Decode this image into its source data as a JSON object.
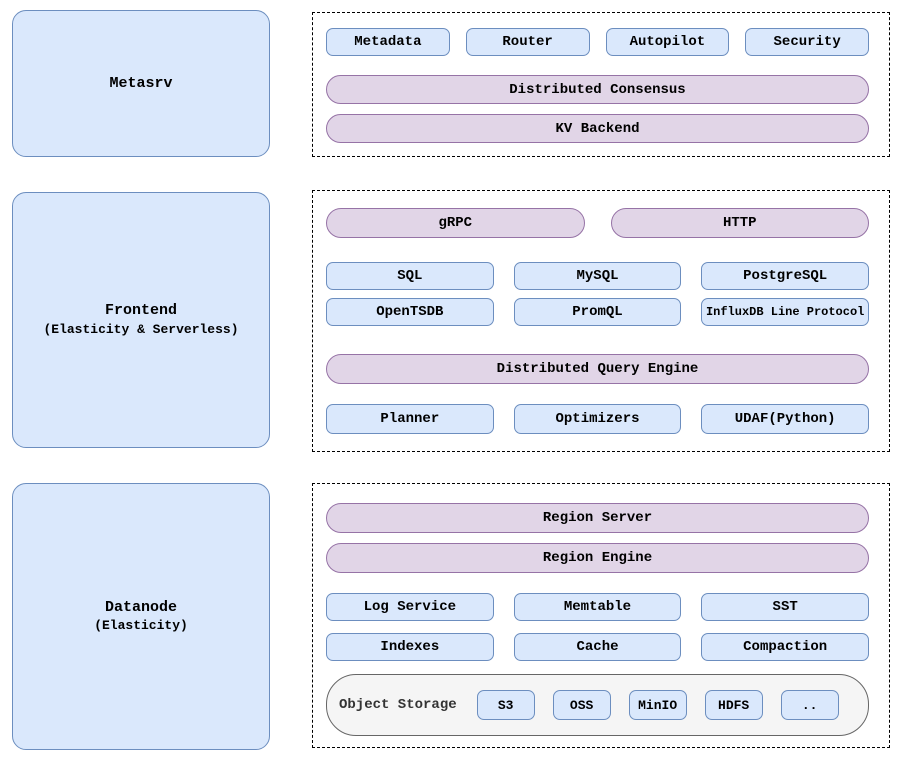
{
  "colors": {
    "blue_fill": "#dae8fc",
    "blue_stroke": "#6c8ebf",
    "purple_fill": "#e1d5e7",
    "purple_stroke": "#9673a6",
    "gray_fill": "#f5f5f5",
    "gray_stroke": "#666666",
    "dashed_border": "#000000",
    "text": "#000000",
    "storage_label_text": "#333333"
  },
  "metasrv": {
    "title": "Metasrv",
    "boxes": [
      "Metadata",
      "Router",
      "Autopilot",
      "Security"
    ],
    "pills": [
      "Distributed Consensus",
      "KV Backend"
    ]
  },
  "frontend": {
    "title": "Frontend",
    "subtitle": "(Elasticity & Serverless)",
    "protocol_pills": [
      "gRPC",
      "HTTP"
    ],
    "query_boxes_row1": [
      "SQL",
      "MySQL",
      "PostgreSQL"
    ],
    "query_boxes_row2": [
      "OpenTSDB",
      "PromQL",
      "InfluxDB Line Protocol"
    ],
    "engine_pill": "Distributed Query Engine",
    "engine_boxes": [
      "Planner",
      "Optimizers",
      "UDAF(Python)"
    ]
  },
  "datanode": {
    "title": "Datanode",
    "subtitle": "(Elasticity)",
    "pills": [
      "Region Server",
      "Region Engine"
    ],
    "boxes_row1": [
      "Log Service",
      "Memtable",
      "SST"
    ],
    "boxes_row2": [
      "Indexes",
      "Cache",
      "Compaction"
    ],
    "object_storage": {
      "label": "Object Storage",
      "items": [
        "S3",
        "OSS",
        "MinIO",
        "HDFS",
        ".."
      ]
    }
  }
}
